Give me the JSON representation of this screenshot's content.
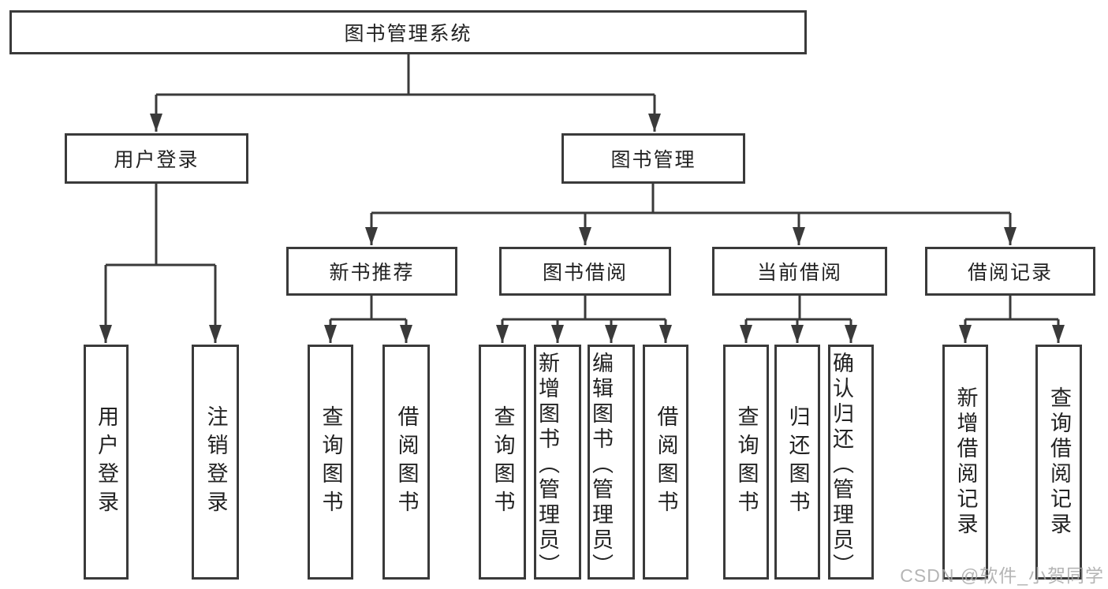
{
  "colors": {
    "line": "#3a3a3a",
    "text": "#222222",
    "watermark": "#a8a8a8"
  },
  "diagram": {
    "root": "图书管理系统",
    "branches": [
      {
        "label": "用户登录",
        "children": [
          "用户登录",
          "注销登录"
        ]
      },
      {
        "label": "图书管理",
        "sections": [
          {
            "label": "新书推荐",
            "children": [
              "查询图书",
              "借阅图书"
            ]
          },
          {
            "label": "图书借阅",
            "children": [
              "查询图书",
              "新增图书（管理员）",
              "编辑图书（管理员）",
              "借阅图书"
            ]
          },
          {
            "label": "当前借阅",
            "children": [
              "查询图书",
              "归还图书",
              "确认归还（管理员）"
            ]
          },
          {
            "label": "借阅记录",
            "children": [
              "新增借阅记录",
              "查询借阅记录"
            ]
          }
        ]
      }
    ]
  },
  "watermark": {
    "text": "CSDN @软件_小贺同学"
  }
}
